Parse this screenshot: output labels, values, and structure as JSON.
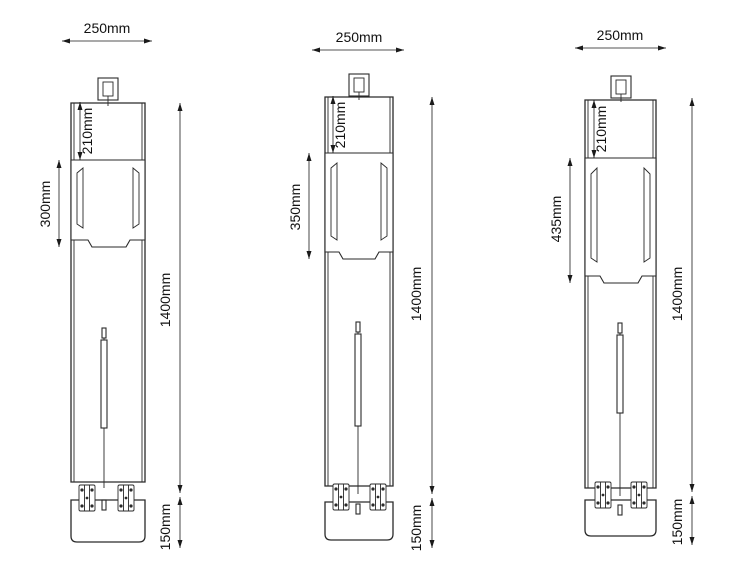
{
  "units": [
    {
      "width_label": "250mm",
      "top_offset_label": "210mm",
      "pocket_label": "300mm",
      "height_label": "1400mm",
      "base_label": "150mm"
    },
    {
      "width_label": "250mm",
      "top_offset_label": "210mm",
      "pocket_label": "350mm",
      "height_label": "1400mm",
      "base_label": "150mm"
    },
    {
      "width_label": "250mm",
      "top_offset_label": "210mm",
      "pocket_label": "435mm",
      "height_label": "1400mm",
      "base_label": "150mm"
    }
  ],
  "colors": {
    "line": "#2a2a2a",
    "background": "#ffffff"
  }
}
